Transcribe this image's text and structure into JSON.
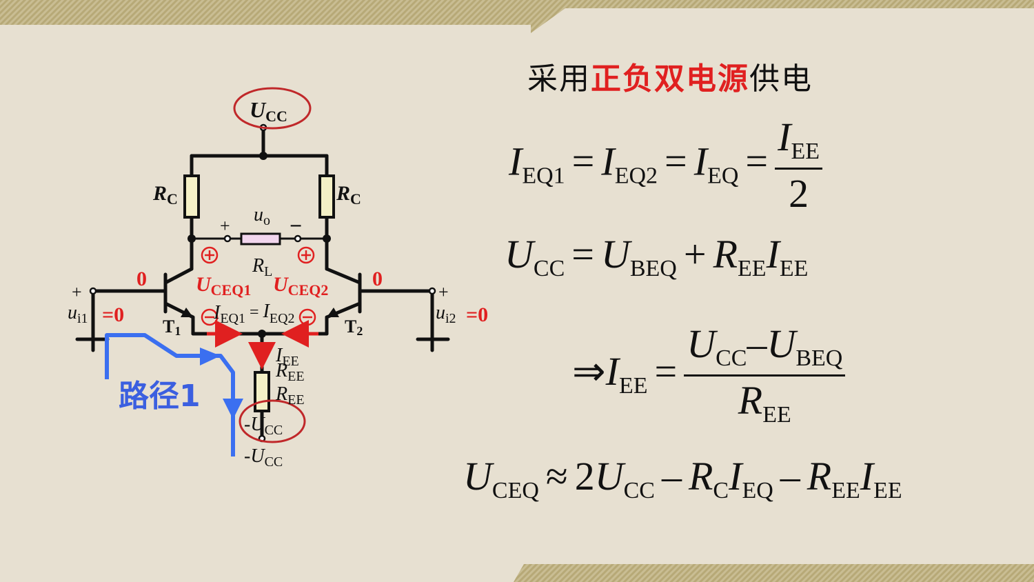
{
  "title": {
    "prefix": "采用",
    "highlight": "正负双电源",
    "suffix": "供电"
  },
  "path_label": "路径1",
  "circuit": {
    "ucc_top": {
      "main": "U",
      "sub": "CC"
    },
    "rc_left": {
      "main": "R",
      "sub": "C"
    },
    "rc_right": {
      "main": "R",
      "sub": "C"
    },
    "uo": {
      "main": "u",
      "sub": "o"
    },
    "uo_plus": "+",
    "uo_minus": "−",
    "rl": {
      "main": "R",
      "sub": "L"
    },
    "left_zero": "0",
    "right_zero": "0",
    "uceq1": {
      "main": "U",
      "sub": "CEQ1"
    },
    "uceq2": {
      "main": "U",
      "sub": "CEQ2"
    },
    "ieq_eq": {
      "a_main": "I",
      "a_sub": "EQ1",
      "eq": "=",
      "b_main": "I",
      "b_sub": "EQ2"
    },
    "t1": {
      "main": "T",
      "sub": "1"
    },
    "t2": {
      "main": "T",
      "sub": "2"
    },
    "ui1": {
      "main": "u",
      "sub": "i1",
      "val": "=0",
      "plus": "+"
    },
    "ui2": {
      "main": "u",
      "sub": "i2",
      "val": "=0",
      "plus": "+"
    },
    "iee": {
      "main": "I",
      "sub": "EE"
    },
    "ree": {
      "main": "R",
      "sub": "EE"
    },
    "ree2": {
      "main": "R",
      "sub": "EE"
    },
    "ucc_bot": {
      "prefix": "-",
      "main": "U",
      "sub": "CC"
    },
    "ucc_bot2": {
      "prefix": "-",
      "main": "U",
      "sub": "CC"
    }
  },
  "formulas": {
    "f1": {
      "a": "I",
      "a_sub": "EQ1",
      "b": "I",
      "b_sub": "EQ2",
      "c": "I",
      "c_sub": "EQ",
      "num": "I",
      "num_sub": "EE",
      "den": "2"
    },
    "f2": {
      "a": "U",
      "a_sub": "CC",
      "b": "U",
      "b_sub": "BEQ",
      "c": "R",
      "c_sub": "EE",
      "d": "I",
      "d_sub": "EE"
    },
    "f3": {
      "arrow": "⇒",
      "a": "I",
      "a_sub": "EE",
      "num1": "U",
      "num1_sub": "CC",
      "minus": "–",
      "num2": "U",
      "num2_sub": "BEQ",
      "den": "R",
      "den_sub": "EE"
    },
    "f4": {
      "a": "U",
      "a_sub": "CEQ",
      "approx": "≈",
      "two": "2",
      "b": "U",
      "b_sub": "CC",
      "c": "R",
      "c_sub": "C",
      "d": "I",
      "d_sub": "EQ",
      "e": "R",
      "e_sub": "EE",
      "f": "I",
      "f_sub": "EE"
    }
  },
  "colors": {
    "background": "#e7e0d1",
    "red": "#e02020",
    "blue": "#3b6ff0",
    "band": "#c6b98e",
    "ellipse": "#c0282a"
  }
}
